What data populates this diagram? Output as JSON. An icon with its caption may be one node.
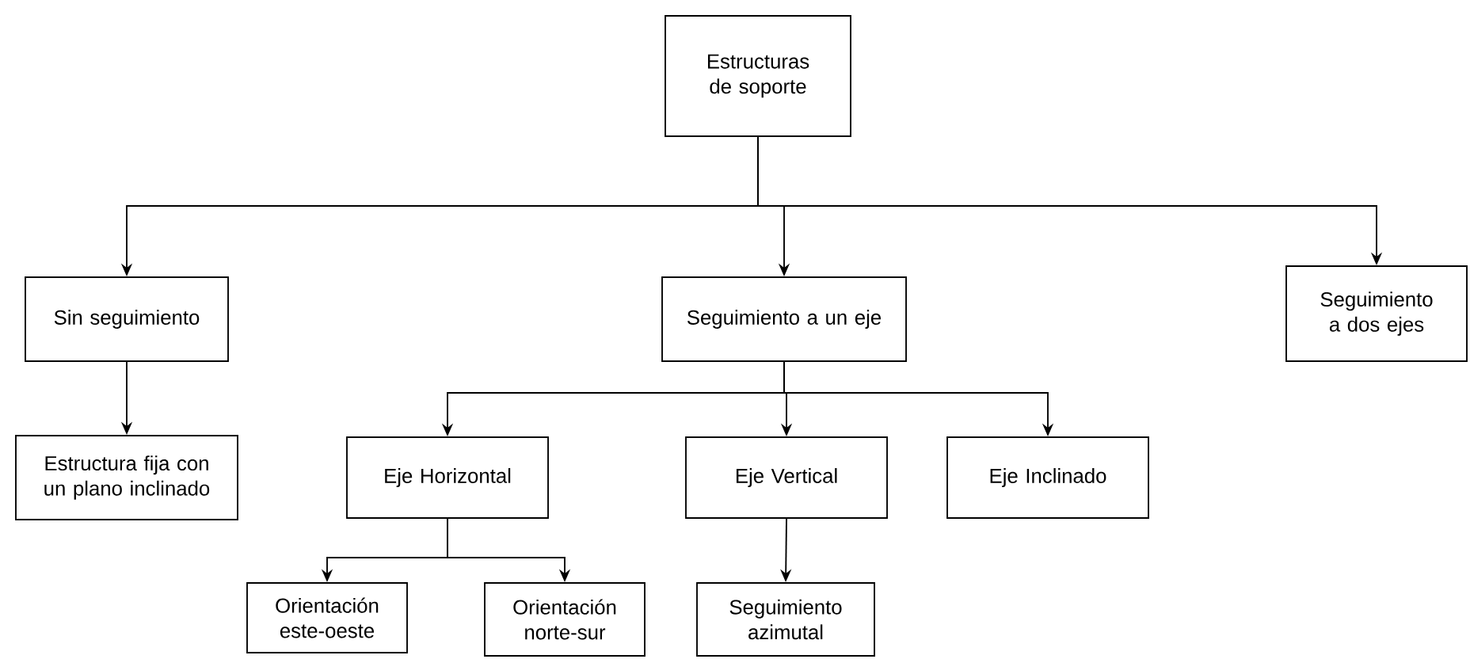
{
  "diagram": {
    "nodes": [
      {
        "text": [
          "Estructuras de soporte"
        ]
      },
      {
        "text": [
          "Sin seguimiento"
        ]
      },
      {
        "text": [
          "Seguimiento a un eje"
        ]
      },
      {
        "text": [
          "Seguimiento a dos ejes"
        ]
      },
      {
        "text": [
          "Estructura fija con un plano inclinado"
        ]
      },
      {
        "text": [
          "Eje Horizontal"
        ]
      },
      {
        "text": [
          "Eje Vertical"
        ]
      },
      {
        "text": [
          "Eje Inclinado"
        ]
      },
      {
        "text": [
          "Orientación este-oeste"
        ]
      },
      {
        "text": [
          "Orientación norte-sur"
        ]
      },
      {
        "text": [
          "Seguimiento azimutal"
        ]
      }
    ],
    "edges": [
      {
        "from": 0,
        "to": 1,
        "arrow": "to"
      },
      {
        "from": 0,
        "to": 2,
        "arrow": "to"
      },
      {
        "from": 0,
        "to": 3,
        "arrow": "to"
      },
      {
        "from": 1,
        "to": 4,
        "arrow": "to"
      },
      {
        "from": 2,
        "to": 5,
        "arrow": "to"
      },
      {
        "from": 2,
        "to": 6,
        "arrow": "to"
      },
      {
        "from": 2,
        "to": 7,
        "arrow": "to"
      },
      {
        "from": 5,
        "to": 8,
        "arrow": "to"
      },
      {
        "from": 5,
        "to": 9,
        "arrow": "to"
      },
      {
        "from": 6,
        "to": 10,
        "arrow": "to"
      }
    ]
  }
}
